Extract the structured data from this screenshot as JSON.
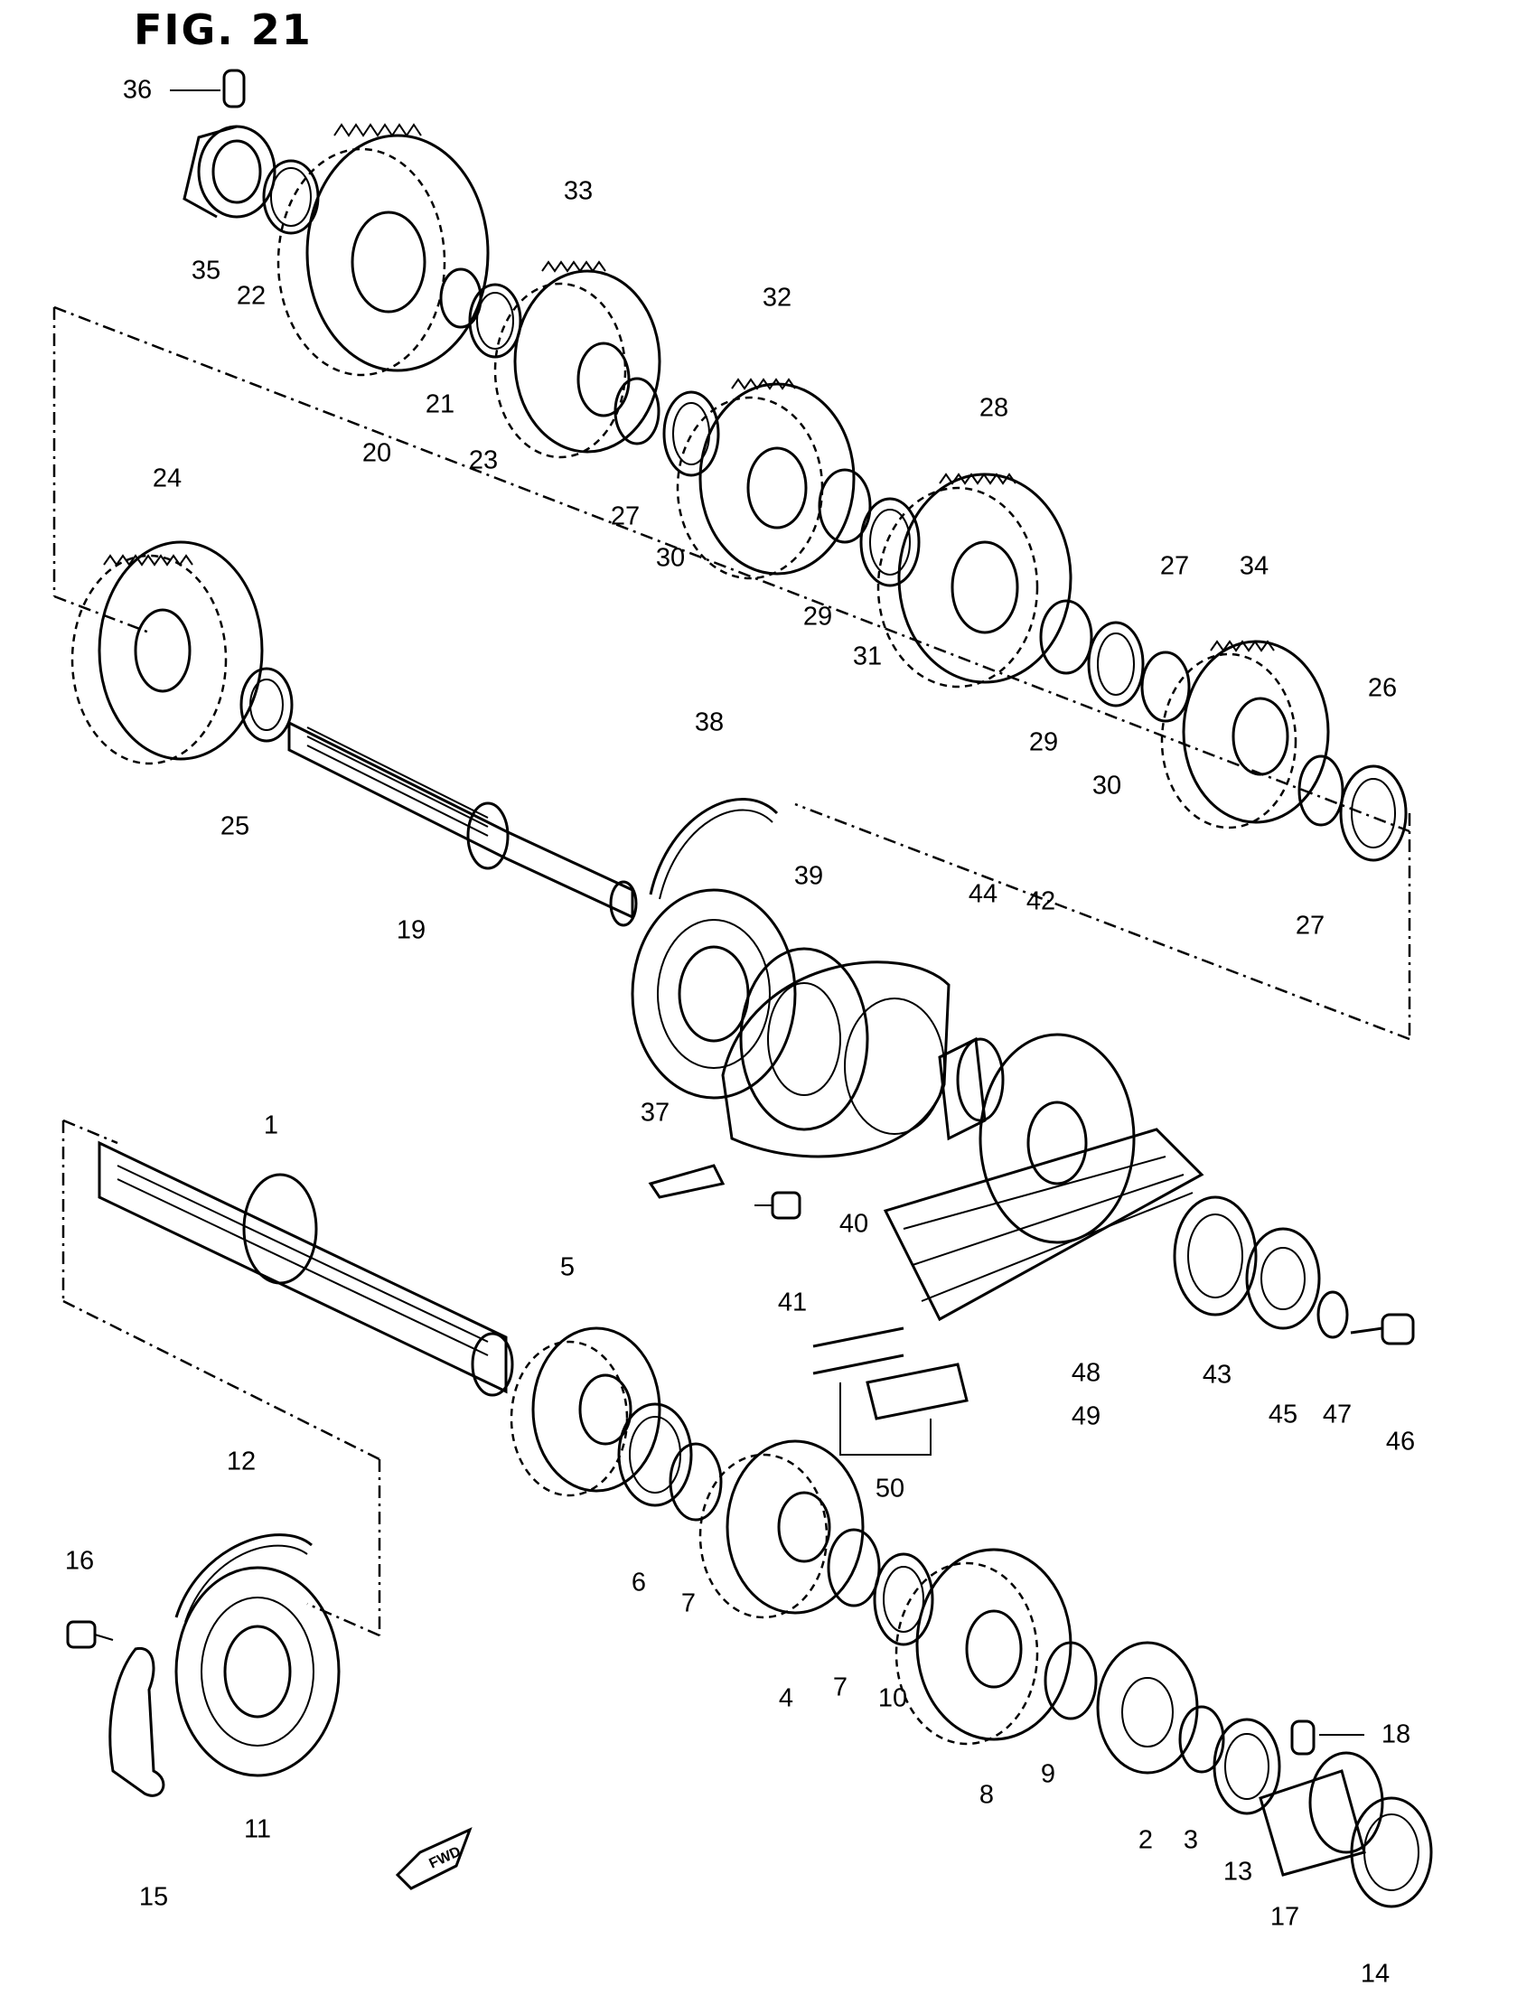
{
  "figure": {
    "title": "FIG. 21",
    "direction_marker": "FWD"
  },
  "callouts": [
    {
      "id": "c36",
      "text": "36"
    },
    {
      "id": "c35",
      "text": "35"
    },
    {
      "id": "c22",
      "text": "22"
    },
    {
      "id": "c20",
      "text": "20"
    },
    {
      "id": "c21",
      "text": "21"
    },
    {
      "id": "c23",
      "text": "23"
    },
    {
      "id": "c33",
      "text": "33"
    },
    {
      "id": "c27a",
      "text": "27"
    },
    {
      "id": "c30a",
      "text": "30"
    },
    {
      "id": "c32",
      "text": "32"
    },
    {
      "id": "c29a",
      "text": "29"
    },
    {
      "id": "c31",
      "text": "31"
    },
    {
      "id": "c28",
      "text": "28"
    },
    {
      "id": "c29b",
      "text": "29"
    },
    {
      "id": "c30b",
      "text": "30"
    },
    {
      "id": "c27b",
      "text": "27"
    },
    {
      "id": "c34",
      "text": "34"
    },
    {
      "id": "c26",
      "text": "26"
    },
    {
      "id": "c27c",
      "text": "27"
    },
    {
      "id": "c24",
      "text": "24"
    },
    {
      "id": "c25",
      "text": "25"
    },
    {
      "id": "c19",
      "text": "19"
    },
    {
      "id": "c38",
      "text": "38"
    },
    {
      "id": "c39",
      "text": "39"
    },
    {
      "id": "c37",
      "text": "37"
    },
    {
      "id": "c44",
      "text": "44"
    },
    {
      "id": "c42",
      "text": "42"
    },
    {
      "id": "c40",
      "text": "40"
    },
    {
      "id": "c41",
      "text": "41"
    },
    {
      "id": "c1",
      "text": "1"
    },
    {
      "id": "c5",
      "text": "5"
    },
    {
      "id": "c48",
      "text": "48"
    },
    {
      "id": "c49",
      "text": "49"
    },
    {
      "id": "c43",
      "text": "43"
    },
    {
      "id": "c45",
      "text": "45"
    },
    {
      "id": "c47",
      "text": "47"
    },
    {
      "id": "c46",
      "text": "46"
    },
    {
      "id": "c50",
      "text": "50"
    },
    {
      "id": "c6",
      "text": "6"
    },
    {
      "id": "c7a",
      "text": "7"
    },
    {
      "id": "c4",
      "text": "4"
    },
    {
      "id": "c7b",
      "text": "7"
    },
    {
      "id": "c10",
      "text": "10"
    },
    {
      "id": "c8",
      "text": "8"
    },
    {
      "id": "c9",
      "text": "9"
    },
    {
      "id": "c2",
      "text": "2"
    },
    {
      "id": "c3",
      "text": "3"
    },
    {
      "id": "c13",
      "text": "13"
    },
    {
      "id": "c17",
      "text": "17"
    },
    {
      "id": "c14",
      "text": "14"
    },
    {
      "id": "c18",
      "text": "18"
    },
    {
      "id": "c12",
      "text": "12"
    },
    {
      "id": "c16",
      "text": "16"
    },
    {
      "id": "c11",
      "text": "11"
    },
    {
      "id": "c15",
      "text": "15"
    }
  ]
}
